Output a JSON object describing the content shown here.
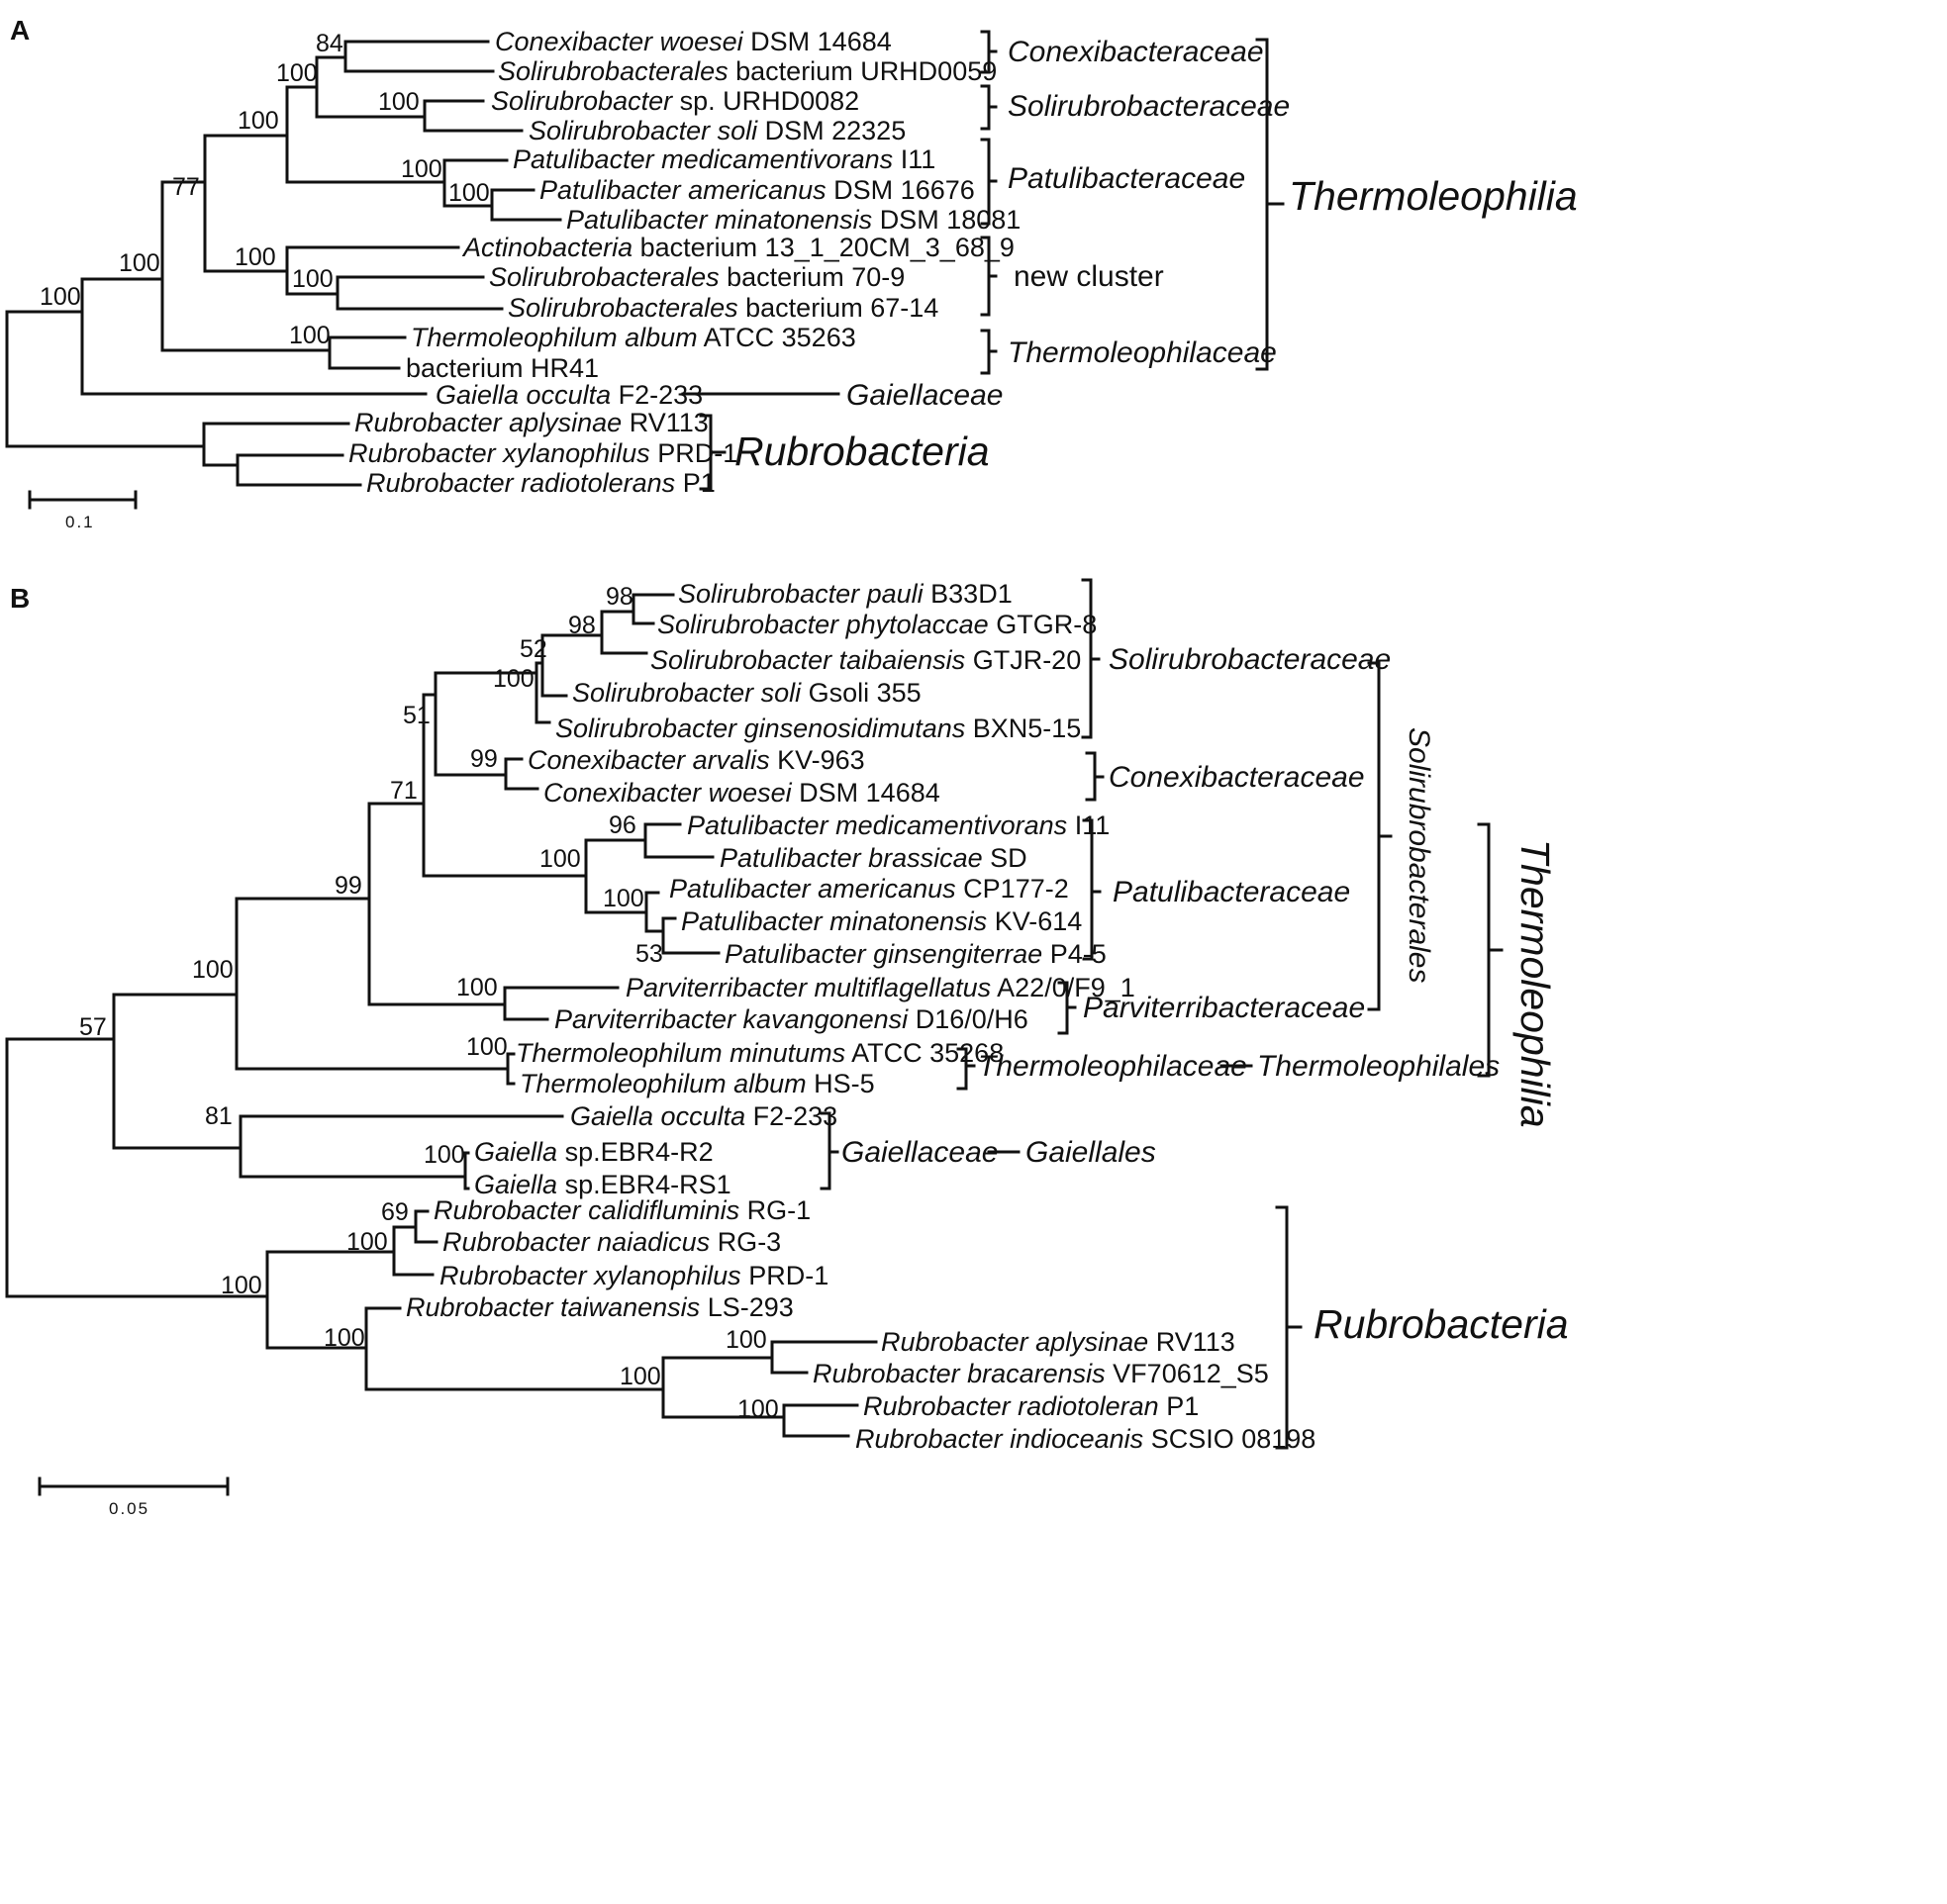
{
  "panels": {
    "A": {
      "label": "A",
      "scale_label": "0.1",
      "bootstrap": [
        "84",
        "100",
        "100",
        "100",
        "100",
        "77",
        "100",
        "100",
        "100",
        "100",
        "100",
        "100"
      ],
      "taxa": [
        {
          "genus": "Conexibacter woesei",
          "strain": "DSM 14684"
        },
        {
          "genus": "Solirubrobacterales",
          "strain": "bacterium URHD0059"
        },
        {
          "genus": "Solirubrobacter",
          "strain": "sp. URHD0082"
        },
        {
          "genus": "Solirubrobacter soli",
          "strain": "DSM 22325"
        },
        {
          "genus": "Patulibacter medicamentivorans",
          "strain": "I11"
        },
        {
          "genus": "Patulibacter americanus",
          "strain": "DSM 16676"
        },
        {
          "genus": "Patulibacter minatonensis",
          "strain": "DSM 18081"
        },
        {
          "genus": "Actinobacteria",
          "strain": "bacterium 13_1_20CM_3_68_9"
        },
        {
          "genus": "Solirubrobacterales",
          "strain": "bacterium 70-9"
        },
        {
          "genus": "Solirubrobacterales",
          "strain": "bacterium 67-14"
        },
        {
          "genus": "Thermoleophilum album",
          "strain": "ATCC 35263"
        },
        {
          "genus": "",
          "strain": "bacterium HR41"
        },
        {
          "genus": "Gaiella  occulta",
          "strain": "F2-233"
        },
        {
          "genus": "Rubrobacter aplysinae",
          "strain": "RV113"
        },
        {
          "genus": "Rubrobacter xylanophilus",
          "strain": "PRD-1"
        },
        {
          "genus": "Rubrobacter radiotolerans",
          "strain": "P1"
        }
      ],
      "families": [
        "Conexibacteraceae",
        "Solirubrobacteraceae",
        "Patulibacteraceae",
        "new cluster",
        "Thermoleophilaceae",
        "Gaiellaceae"
      ],
      "classes": [
        "Thermoleophilia",
        "Rubrobacteria"
      ]
    },
    "B": {
      "label": "B",
      "scale_label": "0.05",
      "bootstrap": [
        "98",
        "98",
        "52",
        "100",
        "51",
        "99",
        "71",
        "96",
        "100",
        "100",
        "53",
        "99",
        "100",
        "100",
        "57",
        "100",
        "81",
        "100",
        "69",
        "100",
        "100",
        "100",
        "100",
        "100",
        "100"
      ],
      "taxa": [
        {
          "genus": "Solirubrobacter pauli",
          "strain": "B33D1"
        },
        {
          "genus": "Solirubrobacter phytolaccae",
          "strain": "GTGR-8"
        },
        {
          "genus": "Solirubrobacter taibaiensis",
          "strain": "GTJR-20"
        },
        {
          "genus": "Solirubrobacter soli",
          "strain": "Gsoli 355"
        },
        {
          "genus": "Solirubrobacter ginsenosidimutans",
          "strain": "BXN5-15"
        },
        {
          "genus": "Conexibacter arvalis",
          "strain": "KV-963"
        },
        {
          "genus": "Conexibacter woesei",
          "strain": "DSM 14684"
        },
        {
          "genus": "Patulibacter medicamentivorans",
          "strain": "I11"
        },
        {
          "genus": "Patulibacter  brassicae",
          "strain": "SD"
        },
        {
          "genus": "Patulibacter americanus",
          "strain": "CP177-2"
        },
        {
          "genus": "Patulibacter  minatonensis",
          "strain": "KV-614"
        },
        {
          "genus": "Patulibacter ginsengiterrae",
          "strain": "P4-5"
        },
        {
          "genus": "Parviterribacter multiflagellatus",
          "strain": "A22/0/F9_1"
        },
        {
          "genus": "Parviterribacter kavangonensi",
          "strain": "D16/0/H6"
        },
        {
          "genus": "Thermoleophilum minutums",
          "strain": "ATCC 35268"
        },
        {
          "genus": "Thermoleophilum album",
          "strain": "HS-5"
        },
        {
          "genus": "Gaiella  occulta",
          "strain": "F2-233"
        },
        {
          "genus": "Gaiella",
          "strain": "sp.EBR4-R2"
        },
        {
          "genus": "Gaiella",
          "strain": "sp.EBR4-RS1"
        },
        {
          "genus": "Rubrobacter calidifluminis",
          "strain": "RG-1"
        },
        {
          "genus": "Rubrobacter naiadicus",
          "strain": "RG-3"
        },
        {
          "genus": "Rubrobacter xylanophilus",
          "strain": "PRD-1"
        },
        {
          "genus": "Rubrobacter taiwanensis",
          "strain": "LS-293"
        },
        {
          "genus": "Rubrobacter aplysinae",
          "strain": "RV113"
        },
        {
          "genus": "Rubrobacter bracarensis",
          "strain": "VF70612_S5"
        },
        {
          "genus": "Rubrobacter radiotoleran",
          "strain": "P1"
        },
        {
          "genus": "Rubrobacter indioceanis",
          "strain": "SCSIO 08198"
        }
      ],
      "families": [
        "Solirubrobacteraceae",
        "Conexibacteraceae",
        "Patulibacteraceae",
        "Parviterribacteraceae",
        "Thermoleophilaceae",
        "Gaiellaceae"
      ],
      "orders": [
        "Solirubrobacterales",
        "Thermoleophilales",
        "Gaiellales"
      ],
      "classes": [
        "Thermoleophilia",
        "Rubrobacteria"
      ]
    }
  }
}
